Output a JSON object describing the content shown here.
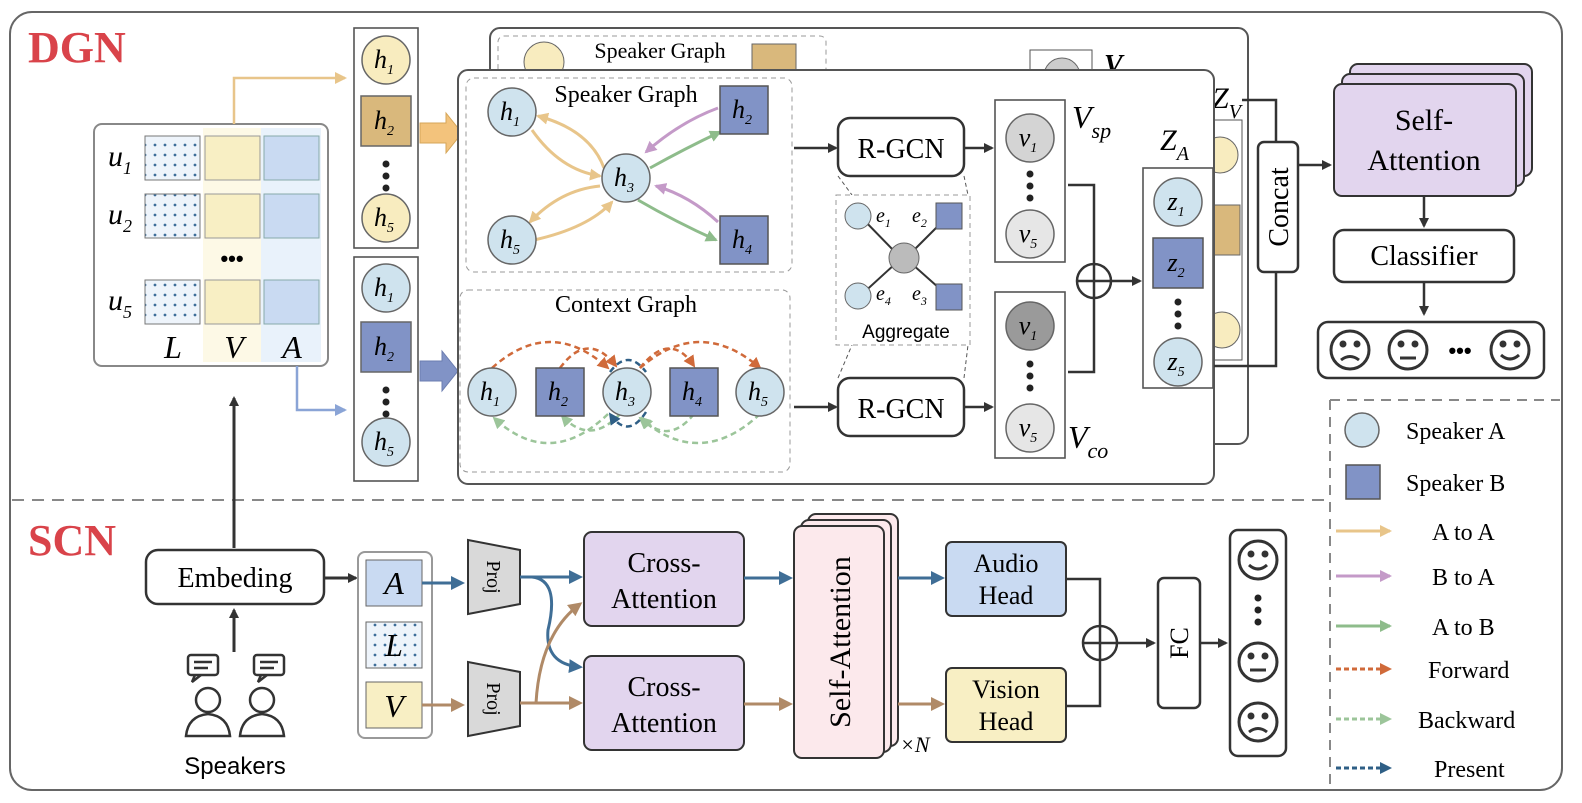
{
  "sections": {
    "dgn": "DGN",
    "scn": "SCN"
  },
  "utterances": [
    {
      "label": "u",
      "sub": "1"
    },
    {
      "label": "u",
      "sub": "2"
    },
    {
      "label": "u",
      "sub": "5"
    }
  ],
  "modalities": {
    "L": "L",
    "V": "V",
    "A": "A",
    "dots": "•••"
  },
  "node_h": "h",
  "node_v": "v",
  "node_z": "z",
  "node_e": "e",
  "speaker_graph_title": "Speaker Graph",
  "context_graph_title": "Context Graph",
  "rgcn": "R-GCN",
  "aggregate": "Aggregate",
  "v_sp": {
    "base": "V",
    "sub": "sp"
  },
  "v_co": {
    "base": "V",
    "sub": "co"
  },
  "z_a": {
    "base": "Z",
    "sub": "A"
  },
  "z_v": {
    "base": "Z",
    "sub": "V"
  },
  "v_v_back": "V",
  "concat": "Concat",
  "self_attention_top": [
    "Self-",
    "Attention"
  ],
  "classifier": "Classifier",
  "emotions_dots": "•••",
  "legend": [
    {
      "key": "speaker-a",
      "label": "Speaker A"
    },
    {
      "key": "speaker-b",
      "label": "Speaker B"
    },
    {
      "key": "a-to-a",
      "label": "A to A"
    },
    {
      "key": "b-to-a",
      "label": "B to A"
    },
    {
      "key": "a-to-b",
      "label": "A to B"
    },
    {
      "key": "forward",
      "label": "Forward"
    },
    {
      "key": "backward",
      "label": "Backward"
    },
    {
      "key": "present",
      "label": "Present"
    }
  ],
  "embeding": "Embeding",
  "speakers": "Speakers",
  "proj": "Proj",
  "cross_attention": [
    "Cross-",
    "Attention"
  ],
  "self_attention_scn": "Self-Attention",
  "times_n": "×N",
  "audio_head": [
    "Audio",
    "Head"
  ],
  "vision_head": [
    "Vision",
    "Head"
  ],
  "fc": "FC",
  "colors": {
    "dgn_red": "#d9434a",
    "speaker_a": "#cfe3ee",
    "speaker_b": "#8193c6",
    "yellow_node": "#f8ecbf",
    "tan_node": "#d9b87c",
    "lavender": "#e2d5ee",
    "light_blue": "#c9daf2",
    "light_yellow": "#f8efc4",
    "a_to_a": "#e8c58a",
    "b_to_a": "#c49ac8",
    "a_to_b": "#8ebc8b",
    "forward": "#d06a3a",
    "backward": "#9cc59a",
    "present": "#2f5f86"
  }
}
